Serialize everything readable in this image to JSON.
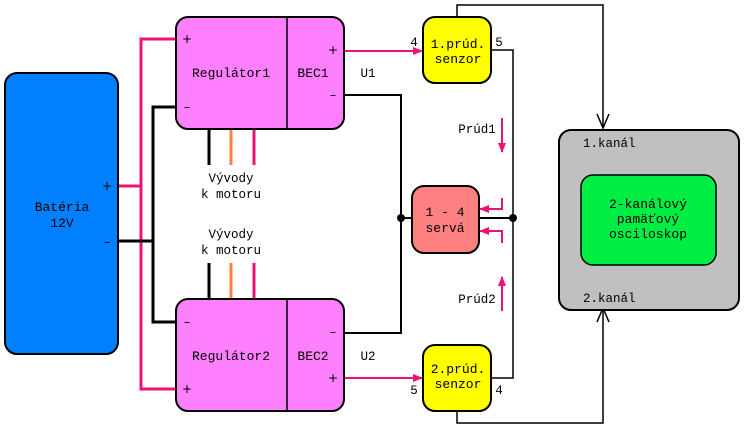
{
  "colors": {
    "battery": "#0080ff",
    "regulator": "#ff80ff",
    "sensor": "#ffff00",
    "servo": "#ff8080",
    "oscilloscope_outer": "#c0c0c0",
    "oscilloscope_inner": "#00ee44",
    "positive_wire": "#ee1177",
    "negative_wire": "#000000",
    "motor_middle_wire": "#ff8040",
    "arrow": "#ee1177"
  },
  "battery": {
    "line1": "Batéria",
    "line2": "12V",
    "plus": "+",
    "minus": "–"
  },
  "regulator1": {
    "label": "Regulátor1",
    "bec_label": "BEC1",
    "plus_in": "+",
    "minus_in": "–",
    "bec_plus": "+",
    "bec_minus": "–",
    "voltage_label": "U1"
  },
  "regulator2": {
    "label": "Regulátor2",
    "bec_label": "BEC2",
    "plus_in": "+",
    "minus_in": "–",
    "bec_plus": "+",
    "bec_minus": "–",
    "voltage_label": "U2"
  },
  "motor_leads_top": {
    "line1": "Vývody",
    "line2": "k motoru"
  },
  "motor_leads_bottom": {
    "line1": "Vývody",
    "line2": "k motoru"
  },
  "sensor1": {
    "line1": "1.prúd.",
    "line2": "senzor",
    "pin_in": "4",
    "pin_out": "5"
  },
  "sensor2": {
    "line1": "2.prúd.",
    "line2": "senzor",
    "pin_in": "5",
    "pin_out": "4"
  },
  "servo": {
    "line1": "1 - 4",
    "line2": "servá"
  },
  "current_labels": {
    "current1": "Prúd1",
    "current2": "Prúd2"
  },
  "oscilloscope": {
    "channel1": "1.kanál",
    "channel2": "2.kanál",
    "line1": "2-kanálový",
    "line2": "pamäťový",
    "line3": "osciloskop"
  }
}
